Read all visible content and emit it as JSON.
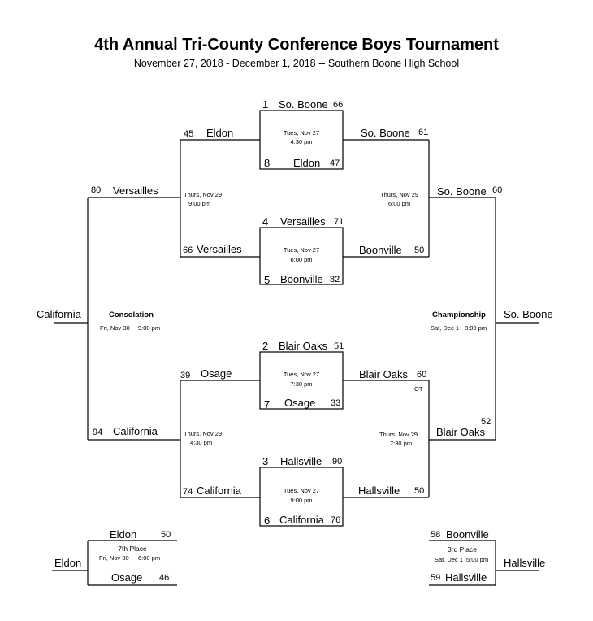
{
  "header": {
    "title": "4th Annual Tri-County Conference Boys Tournament",
    "subtitle": "November 27, 2018 - December 1, 2018 -- Southern Boone High School"
  },
  "quarterfinals": [
    {
      "day": "Tues, Nov 27",
      "time": "4:30 pm",
      "top": {
        "seed": "1",
        "team": "So. Boone",
        "score": "66"
      },
      "bottom": {
        "seed": "8",
        "team": "Eldon",
        "score": "47"
      }
    },
    {
      "day": "Tues, Nov 27",
      "time": "6:00 pm",
      "top": {
        "seed": "4",
        "team": "Versailles",
        "score": "71"
      },
      "bottom": {
        "seed": "5",
        "team": "Boonville",
        "score": "82"
      }
    },
    {
      "day": "Tues, Nov 27",
      "time": "7:30 pm",
      "top": {
        "seed": "2",
        "team": "Blair Oaks",
        "score": "51"
      },
      "bottom": {
        "seed": "7",
        "team": "Osage",
        "score": "33"
      }
    },
    {
      "day": "Tues, Nov 27",
      "time": "9:00 pm",
      "top": {
        "seed": "3",
        "team": "Hallsville",
        "score": "90"
      },
      "bottom": {
        "seed": "6",
        "team": "California",
        "score": "76"
      }
    }
  ],
  "semis": {
    "left_top": {
      "day": "Thurs, Nov 29",
      "time": "9:00 pm",
      "a": {
        "score": "45",
        "team": "Eldon"
      },
      "b": {
        "score": "66",
        "team": "Versailles"
      }
    },
    "right_top": {
      "day": "Thurs, Nov 29",
      "time": "6:00 pm",
      "a": {
        "team": "So. Boone",
        "score": "61"
      },
      "b": {
        "team": "Boonville",
        "score": "50"
      }
    },
    "left_bottom": {
      "day": "Thurs, Nov 29",
      "time": "4:30 pm",
      "a": {
        "score": "39",
        "team": "Osage"
      },
      "b": {
        "score": "74",
        "team": "California"
      }
    },
    "right_bottom": {
      "day": "Thurs, Nov 29",
      "time": "7:30 pm",
      "a": {
        "team": "Blair Oaks",
        "score": "60",
        "note": "OT"
      },
      "b": {
        "team": "Hallsville",
        "score": "50"
      }
    }
  },
  "consolation": {
    "label": "Consolation",
    "day": "Fri, Nov 30",
    "time": "9:00 pm",
    "top": {
      "score": "80",
      "team": "Versailles"
    },
    "bottom": {
      "score": "94",
      "team": "California"
    },
    "winner": "California"
  },
  "championship": {
    "label": "Championship",
    "day": "Sat, Dec 1",
    "time": "8:00 pm",
    "top": {
      "team": "So. Boone",
      "score": "60"
    },
    "bottom": {
      "team": "Blair Oaks",
      "score": "52"
    },
    "winner": "So. Boone"
  },
  "seventh_place": {
    "label": "7th Place",
    "day": "Fri, Nov 30",
    "time": "6:00 pm",
    "top": {
      "team": "Eldon",
      "score": "50"
    },
    "bottom": {
      "team": "Osage",
      "score": "46"
    },
    "winner": "Eldon"
  },
  "third_place": {
    "label": "3rd Place",
    "day": "Sat, Dec 1",
    "time": "5:00 pm",
    "top": {
      "score": "58",
      "team": "Boonville"
    },
    "bottom": {
      "score": "59",
      "team": "Hallsville"
    },
    "winner": "Hallsville"
  }
}
